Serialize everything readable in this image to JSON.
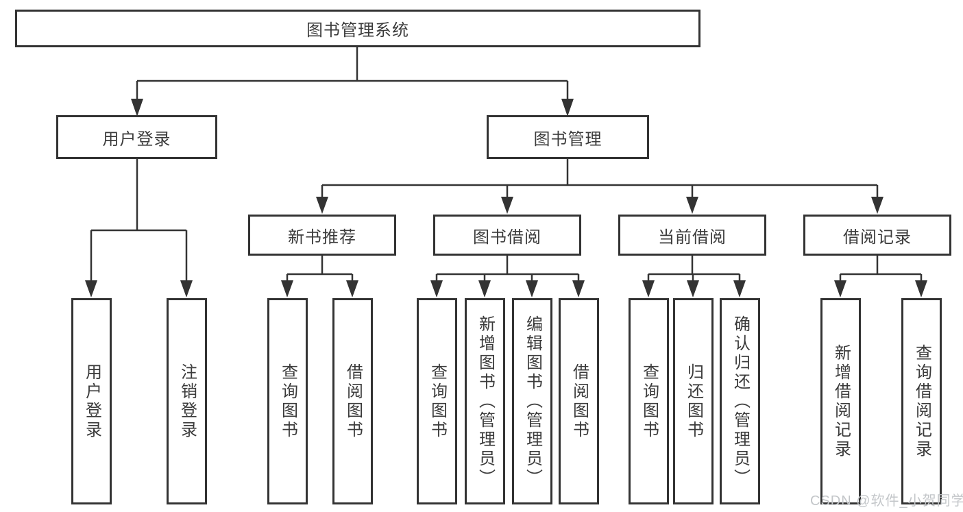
{
  "tree": {
    "label": "图书管理系统",
    "children": [
      {
        "label": "用户登录",
        "children": [
          {
            "label": "用户登录"
          },
          {
            "label": "注销登录"
          }
        ]
      },
      {
        "label": "图书管理",
        "children": [
          {
            "label": "新书推荐",
            "children": [
              {
                "label": "查询图书"
              },
              {
                "label": "借阅图书"
              }
            ]
          },
          {
            "label": "图书借阅",
            "children": [
              {
                "label": "查询图书"
              },
              {
                "label": "新增图书（管理员）"
              },
              {
                "label": "编辑图书（管理员）"
              },
              {
                "label": "借阅图书"
              }
            ]
          },
          {
            "label": "当前借阅",
            "children": [
              {
                "label": "查询图书"
              },
              {
                "label": "归还图书"
              },
              {
                "label": "确认归还（管理员）"
              }
            ]
          },
          {
            "label": "借阅记录",
            "children": [
              {
                "label": "新增借阅记录"
              },
              {
                "label": "查询借阅记录"
              }
            ]
          }
        ]
      }
    ]
  },
  "watermark": {
    "text": "CSDN @软件_小贺同学"
  },
  "colors": {
    "line": "#333333",
    "box_border": "#333333",
    "box_fill": "#ffffff",
    "text": "#3b3b3b",
    "watermark": "#c3c6c9",
    "background": "#ffffff"
  }
}
